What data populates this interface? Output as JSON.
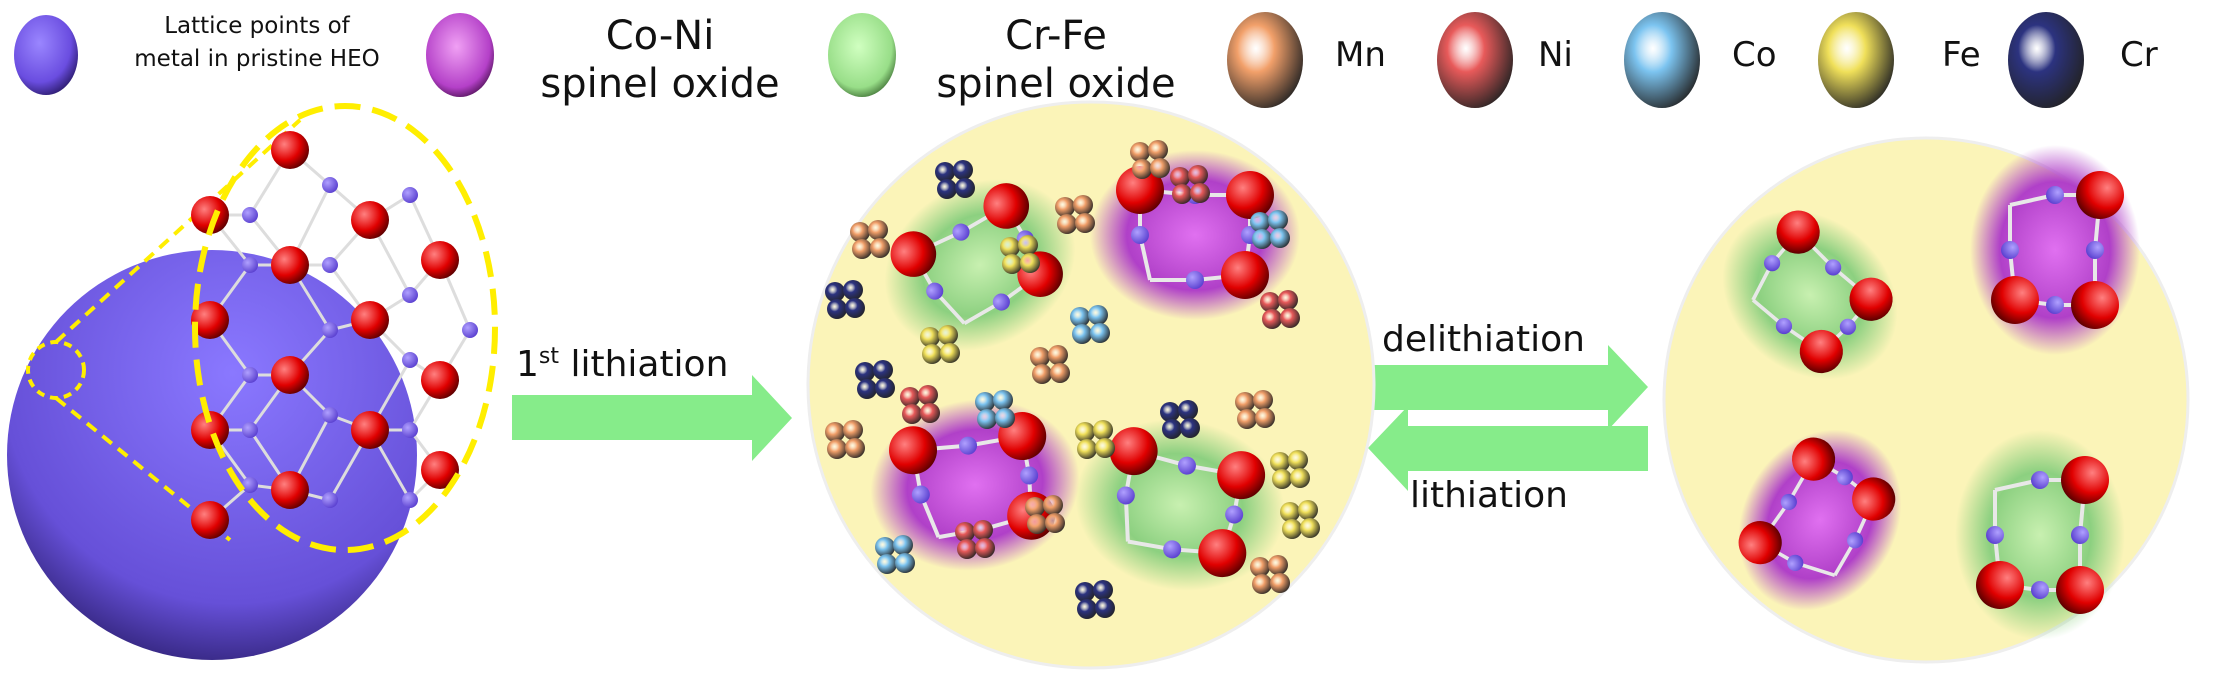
{
  "legend": {
    "lattice": {
      "line1": "Lattice points of",
      "line2": "metal in pristine HEO",
      "color": "#7b5cf0"
    },
    "coni": {
      "line1": "Co-Ni",
      "line2": "spinel oxide",
      "color": "#c254d6"
    },
    "crfe": {
      "line1": "Cr-Fe",
      "line2": "spinel oxide",
      "color": "#a6e89a"
    },
    "elements": [
      {
        "label": "Mn",
        "color": "#f2a06a"
      },
      {
        "label": "Ni",
        "color": "#e85a5a"
      },
      {
        "label": "Co",
        "color": "#7cc4f0"
      },
      {
        "label": "Fe",
        "color": "#f0e05a"
      },
      {
        "label": "Cr",
        "color": "#2c3380"
      }
    ]
  },
  "arrows": {
    "first": {
      "base": "1",
      "sup": "st",
      "rest": " lithiation"
    },
    "forward": "delithiation",
    "backward": "lithiation"
  },
  "colors": {
    "oxygen": "#e01010",
    "background_circle": "#fbf4b8",
    "arrow": "#86ec8a",
    "highlight": "#ffee00"
  }
}
